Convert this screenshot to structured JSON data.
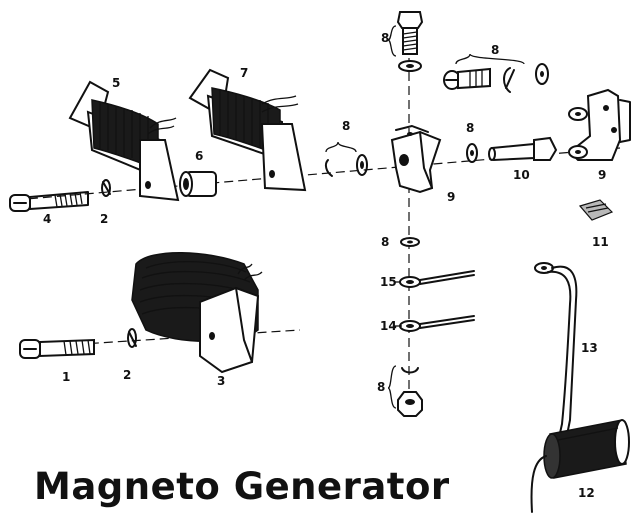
{
  "title": "Magneto Generator",
  "callouts": {
    "n1": "1",
    "n2a": "2",
    "n2b": "2",
    "n3": "3",
    "n4": "4",
    "n5": "5",
    "n6": "6",
    "n7": "7",
    "n8a": "8",
    "n8b": "8",
    "n8c": "8",
    "n8d": "8",
    "n8e": "8",
    "n8f": "8",
    "n9a": "9",
    "n9b": "9",
    "n10": "10",
    "n11": "11",
    "n12": "12",
    "n13": "13",
    "n14": "14",
    "n15": "15"
  }
}
